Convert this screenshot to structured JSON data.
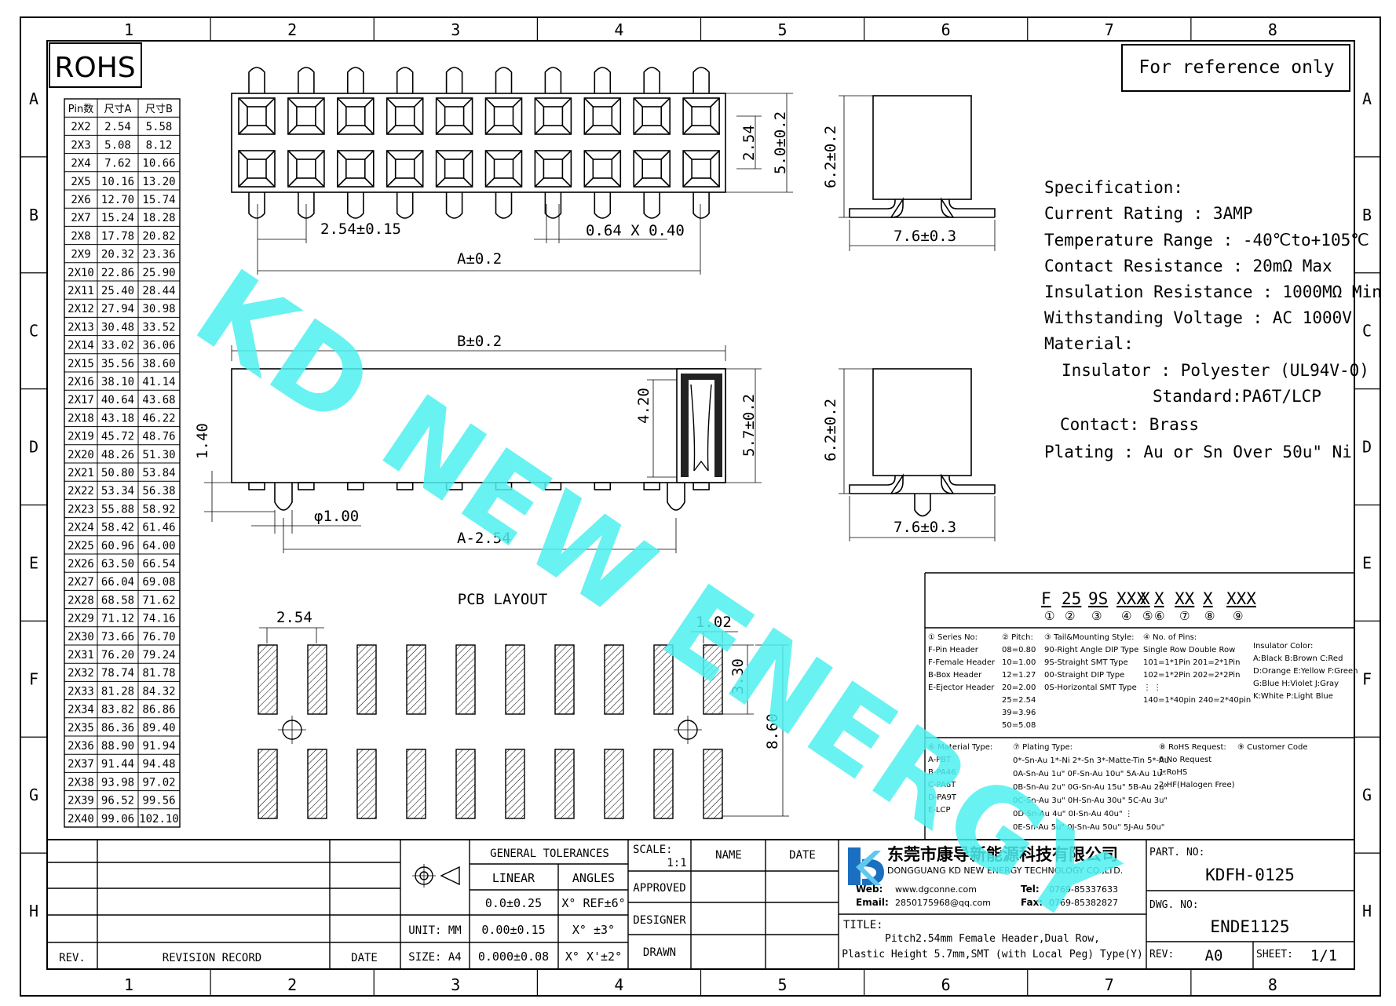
{
  "frame": {
    "columns": [
      "1",
      "2",
      "3",
      "4",
      "5",
      "6",
      "7",
      "8"
    ],
    "rows": [
      "A",
      "B",
      "C",
      "D",
      "E",
      "F",
      "G",
      "H"
    ]
  },
  "rohs": "ROHS",
  "reference_note": "For reference only",
  "watermark": "KD NEW ENERGY",
  "pin_table": {
    "headers": [
      "Pin数",
      "尺寸A",
      "尺寸B"
    ],
    "rows": [
      [
        "2X2",
        "2.54",
        "5.58"
      ],
      [
        "2X3",
        "5.08",
        "8.12"
      ],
      [
        "2X4",
        "7.62",
        "10.66"
      ],
      [
        "2X5",
        "10.16",
        "13.20"
      ],
      [
        "2X6",
        "12.70",
        "15.74"
      ],
      [
        "2X7",
        "15.24",
        "18.28"
      ],
      [
        "2X8",
        "17.78",
        "20.82"
      ],
      [
        "2X9",
        "20.32",
        "23.36"
      ],
      [
        "2X10",
        "22.86",
        "25.90"
      ],
      [
        "2X11",
        "25.40",
        "28.44"
      ],
      [
        "2X12",
        "27.94",
        "30.98"
      ],
      [
        "2X13",
        "30.48",
        "33.52"
      ],
      [
        "2X14",
        "33.02",
        "36.06"
      ],
      [
        "2X15",
        "35.56",
        "38.60"
      ],
      [
        "2X16",
        "38.10",
        "41.14"
      ],
      [
        "2X17",
        "40.64",
        "43.68"
      ],
      [
        "2X18",
        "43.18",
        "46.22"
      ],
      [
        "2X19",
        "45.72",
        "48.76"
      ],
      [
        "2X20",
        "48.26",
        "51.30"
      ],
      [
        "2X21",
        "50.80",
        "53.84"
      ],
      [
        "2X22",
        "53.34",
        "56.38"
      ],
      [
        "2X23",
        "55.88",
        "58.92"
      ],
      [
        "2X24",
        "58.42",
        "61.46"
      ],
      [
        "2X25",
        "60.96",
        "64.00"
      ],
      [
        "2X26",
        "63.50",
        "66.54"
      ],
      [
        "2X27",
        "66.04",
        "69.08"
      ],
      [
        "2X28",
        "68.58",
        "71.62"
      ],
      [
        "2X29",
        "71.12",
        "74.16"
      ],
      [
        "2X30",
        "73.66",
        "76.70"
      ],
      [
        "2X31",
        "76.20",
        "79.24"
      ],
      [
        "2X32",
        "78.74",
        "81.78"
      ],
      [
        "2X33",
        "81.28",
        "84.32"
      ],
      [
        "2X34",
        "83.82",
        "86.86"
      ],
      [
        "2X35",
        "86.36",
        "89.40"
      ],
      [
        "2X36",
        "88.90",
        "91.94"
      ],
      [
        "2X37",
        "91.44",
        "94.48"
      ],
      [
        "2X38",
        "93.98",
        "97.02"
      ],
      [
        "2X39",
        "96.52",
        "99.56"
      ],
      [
        "2X40",
        "99.06",
        "102.10"
      ]
    ]
  },
  "dimensions": {
    "pitch": "2.54±0.15",
    "pin_size": "0.64 X 0.40",
    "a_dim": "A±0.2",
    "row_pitch": "2.54",
    "top_width": "5.0±0.2",
    "side_height": "6.2±0.2",
    "side_width": "7.6±0.3",
    "b_dim": "B±0.2",
    "inner_height": "4.20",
    "body_height": "5.7±0.2",
    "standoff": "1.40",
    "peg_dia": "φ1.00",
    "a_minus": "A-2.54",
    "side_height_2": "6.2±0.2",
    "side_width_2": "7.6±0.3"
  },
  "pcb": {
    "title": "PCB LAYOUT",
    "pitch": "2.54",
    "pad_width": "1.02",
    "pad_length": "3.30",
    "row_span": "8.60"
  },
  "spec": {
    "lines": [
      "Specification:",
      "Current Rating : 3AMP",
      "Temperature Range : -40℃to+105℃",
      "Contact Resistance : 20mΩ Max",
      "Insulation Resistance : 1000MΩ Min",
      "Withstanding Voltage : AC 1000V",
      "Material:",
      "Insulator : Polyester (UL94V-0)",
      "Standard:PA6T/LCP",
      "Contact: Brass",
      "Plating : Au or Sn Over 50u\" Ni"
    ]
  },
  "code": {
    "parts": [
      "F",
      "25",
      "9S",
      "XXX",
      "X",
      "X",
      "XX",
      "X",
      "XXX"
    ],
    "nums": [
      "①",
      "②",
      "③",
      "④",
      "⑤",
      "⑥",
      "⑦",
      "⑧",
      "⑨"
    ],
    "series": [
      "① Series No:",
      "F-Pin Header",
      "F-Female Header",
      "B-Box Header",
      "E-Ejector Header"
    ],
    "pitch": [
      "② Pitch:",
      "08=0.80",
      "10=1.00",
      "12=1.27",
      "20=2.00",
      "25=2.54",
      "39=3.96",
      "50=5.08"
    ],
    "tail": [
      "③ Tail&Mounting Style:",
      "90-Right Angle DIP Type",
      "9S-Straight SMT Type",
      "00-Straight DIP Type",
      "0S-Horizontal SMT Type"
    ],
    "pins": [
      "④ No. of Pins:",
      "Single Row   Double Row",
      "101=1*1Pin   201=2*1Pin",
      "102=1*2Pin   202=2*2Pin",
      "⋮            ⋮",
      "140=1*40pin  240=2*40pin"
    ],
    "insulator": [
      "Insulator Color:",
      "A:Black  B:Brown  C:Red",
      "D:Orange E:Yellow F:Green",
      "G:Blue   H:Violet J:Gray",
      "K:White  P:Light Blue"
    ],
    "material": [
      "⑥ Material Type:",
      "A-PBT",
      "B-PA46",
      "C-PA6T",
      "D-PA9T",
      "E-LCP"
    ],
    "plating": [
      "⑦ Plating Type:",
      "0*-Sn-Au 1*-Ni 2*-Sn 3*-Matte-Tin 5*-Au",
      "0A-Sn-Au 1u\" 0F-Sn-Au 10u\"  5A-Au 1u\"",
      "0B-Sn-Au 2u\" 0G-Sn-Au 15u\"  5B-Au 2u\"",
      "0C-Sn-Au 3u\" 0H-Sn-Au 30u\"  5C-Au 3u\"",
      "0D-Sn-Au 4u\" 0I-Sn-Au 40u\"   ⋮",
      "0E-Sn-Au 5u\" 0J-Sn-Au 50u\"  5J-Au 50u\""
    ],
    "rohs": [
      "⑧ RoHS Request:",
      "0:No Request",
      "1:RoHS",
      "2:HF(Halogen Free)"
    ],
    "customer": [
      "⑨ Customer Code"
    ]
  },
  "title_block": {
    "rev": "REV.",
    "revision_record": "REVISION RECORD",
    "date": "DATE",
    "general_tolerances": "GENERAL TOLERANCES",
    "linear": "LINEAR",
    "angles": "ANGLES",
    "lin1": "0.0±0.25",
    "lin2": "0.00±0.15",
    "lin3": "0.000±0.08",
    "ang1": "X° REF±6°",
    "ang2": "X° ±3°",
    "ang3": "X° X'±2°",
    "unit": "UNIT: MM",
    "size": "SIZE: A4",
    "scale_label": "SCALE:",
    "scale": "1:1",
    "name": "NAME",
    "date2": "DATE",
    "approved": "APPROVED",
    "designer": "DESIGNER",
    "drawn": "DRAWN",
    "company_cn": "东莞市康导新能源科技有限公司",
    "company_en": "DONGGUANG KD NEW ENERGY TECHNOLOGY CO.,LTD.",
    "web_label": "Web:",
    "web": "www.dgconne.com",
    "tel_label": "Tel:",
    "tel": "0769-85337633",
    "email_label": "Email:",
    "email": "2850175968@qq.com",
    "fax_label": "Fax:",
    "fax": "0769-85382827",
    "title_label": "TITLE:",
    "title1": "Pitch2.54mm Female Header,Dual Row,",
    "title2": "Plastic Height 5.7mm,SMT (with Local Peg) Type(Y)",
    "part_label": "PART. NO:",
    "part_no": "KDFH-0125",
    "dwg_label": "DWG. NO:",
    "dwg_no": "ENDE1125",
    "rev_label": "REV:",
    "rev_val": "A0",
    "sheet_label": "SHEET:",
    "sheet_val": "1/1"
  }
}
